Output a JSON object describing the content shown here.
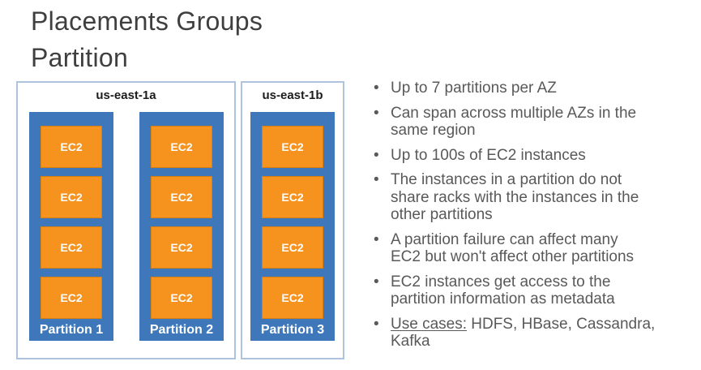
{
  "slide": {
    "title_line1": "Placements Groups",
    "title_line2": "Partition"
  },
  "bullet_char": "•",
  "diagram": {
    "zones": [
      {
        "label": "us-east-1a",
        "partitions": [
          {
            "label": "Partition 1",
            "instances": [
              "EC2",
              "EC2",
              "EC2",
              "EC2"
            ]
          },
          {
            "label": "Partition 2",
            "instances": [
              "EC2",
              "EC2",
              "EC2",
              "EC2"
            ]
          }
        ]
      },
      {
        "label": "us-east-1b",
        "partitions": [
          {
            "label": "Partition 3",
            "instances": [
              "EC2",
              "EC2",
              "EC2",
              "EC2"
            ]
          }
        ]
      }
    ]
  },
  "bullets": [
    {
      "prefix": "",
      "text": "Up to 7 partitions per AZ"
    },
    {
      "prefix": "",
      "text": "Can span across multiple AZs in the\nsame region"
    },
    {
      "prefix": "",
      "text": "Up to 100s of EC2 instances"
    },
    {
      "prefix": "",
      "text": "The instances in a partition do not\nshare racks with the instances in the\nother partitions"
    },
    {
      "prefix": "",
      "text": "A partition failure can affect many\nEC2 but won't affect other partitions"
    },
    {
      "prefix": "",
      "text": "EC2 instances get access to the\npartition information as metadata"
    },
    {
      "prefix": "Use cases:",
      "text": " HDFS, HBase, Cassandra,\nKafka"
    }
  ],
  "colors": {
    "partition_blue": "#3e78bb",
    "ec2_orange": "#f6921e",
    "ec2_orange_border": "#d97e10",
    "zone_border": "#aec3dd",
    "bullet_text": "#595959",
    "title_text": "#3f3f3f"
  }
}
